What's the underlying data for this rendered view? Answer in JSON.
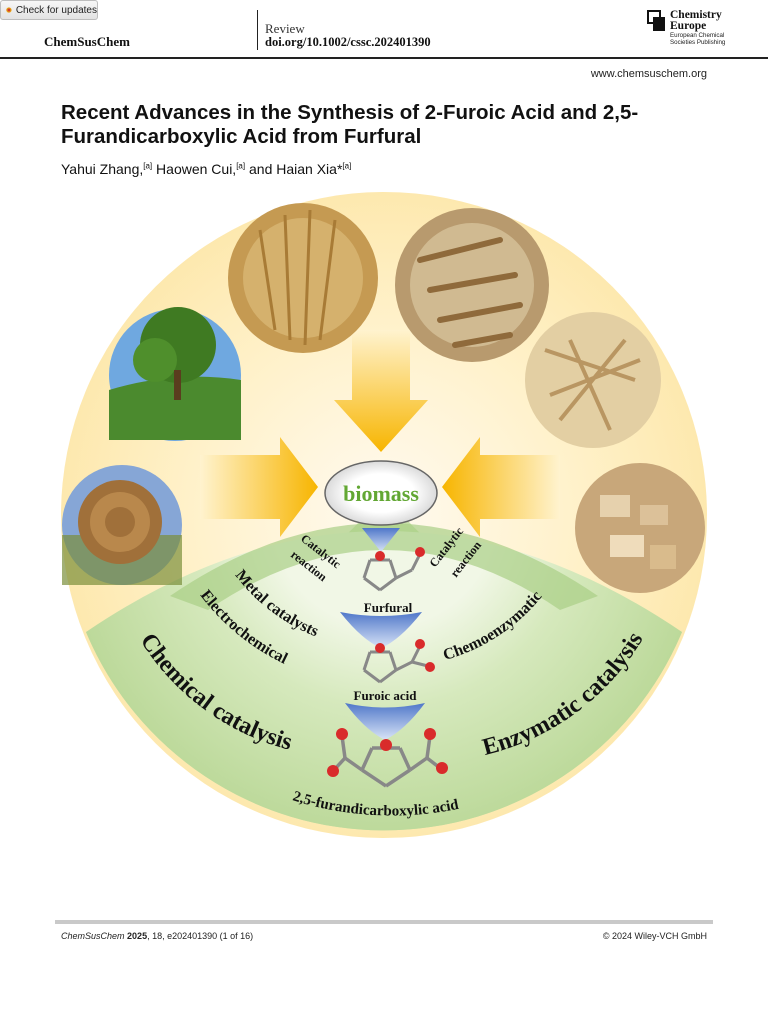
{
  "header": {
    "update_badge": "Check for updates",
    "journal": "ChemSusChem",
    "article_type": "Review",
    "doi": "doi.org/10.1002/cssc.202401390",
    "publisher_name": [
      "Chemistry",
      "Europe"
    ],
    "publisher_sub": [
      "European Chemical",
      "Societies Publishing"
    ],
    "website": "www.chemsuschem.org"
  },
  "article": {
    "title": "Recent Advances in the Synthesis of 2-Furoic Acid and 2,5-Furandicarboxylic Acid from Furfural",
    "authors": [
      {
        "name": "Yahui Zhang,",
        "aff": "[a]"
      },
      {
        "name": " Haowen Cui,",
        "aff": "[a]"
      },
      {
        "name": " and Haian Xia*",
        "aff": "[a]"
      }
    ]
  },
  "graphic": {
    "center_label": "biomass",
    "furfural": "Furfural",
    "furoic": "Furoic acid",
    "fdca": "2,5-furandicarboxylic acid",
    "catalytic_left": [
      "Catalytic",
      "reaction"
    ],
    "catalytic_right": [
      "Catalytic",
      "reaction"
    ],
    "metal": "Metal catalysts",
    "electro": "Electrochemical",
    "chemoenzymatic": "Chemoenzymatic",
    "chemical": "Chemical catalysis",
    "enzymatic": "Enzymatic catalysis",
    "photo_icons": [
      "tree-photo-icon",
      "wheat-photo-icon",
      "corncob-photo-icon",
      "straw-photo-icon",
      "woodchip-photo-icon",
      "haybale-photo-icon"
    ]
  },
  "footer": {
    "citation_journal": "ChemSusChem",
    "citation_year": "2025",
    "citation_rest": ", 18, e202401390 (1 of 16)",
    "copyright": "© 2024 Wiley-VCH GmbH"
  },
  "colors": {
    "outer_cream": "#fde9b2",
    "band_green": "#c6dfa6",
    "band_dark": "#8fc06f",
    "arrow_orange": "#f7b500",
    "arrow_blue": "#7e9fd9"
  }
}
